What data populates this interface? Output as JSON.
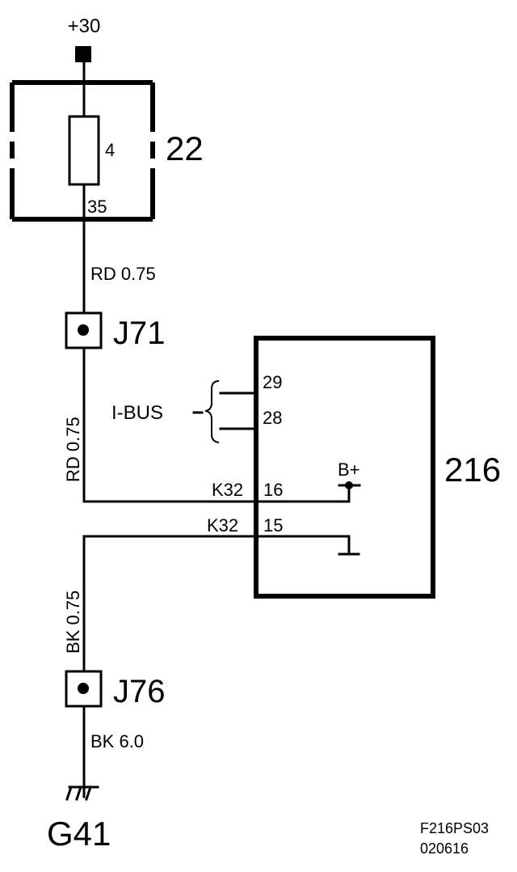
{
  "supply": {
    "label": "+30"
  },
  "fuse_box": {
    "number": "22",
    "fuse_rating": "4",
    "terminal": "35"
  },
  "wires": {
    "upper_label": "RD 0.75",
    "mid_label": "RD  0.75",
    "lower_label": "BK  0.75",
    "ground_label": "BK  6.0"
  },
  "connectors": [
    {
      "id": "J71"
    },
    {
      "id": "J76"
    }
  ],
  "module": {
    "number": "216",
    "bus_label": "I-BUS",
    "pins": [
      "29",
      "28",
      "16",
      "15"
    ],
    "connector_labels": [
      "K32",
      "K32"
    ],
    "bplus_label": "B+"
  },
  "ground": {
    "label": "G41"
  },
  "footer": {
    "code": "F216PS03",
    "date": "020616"
  }
}
